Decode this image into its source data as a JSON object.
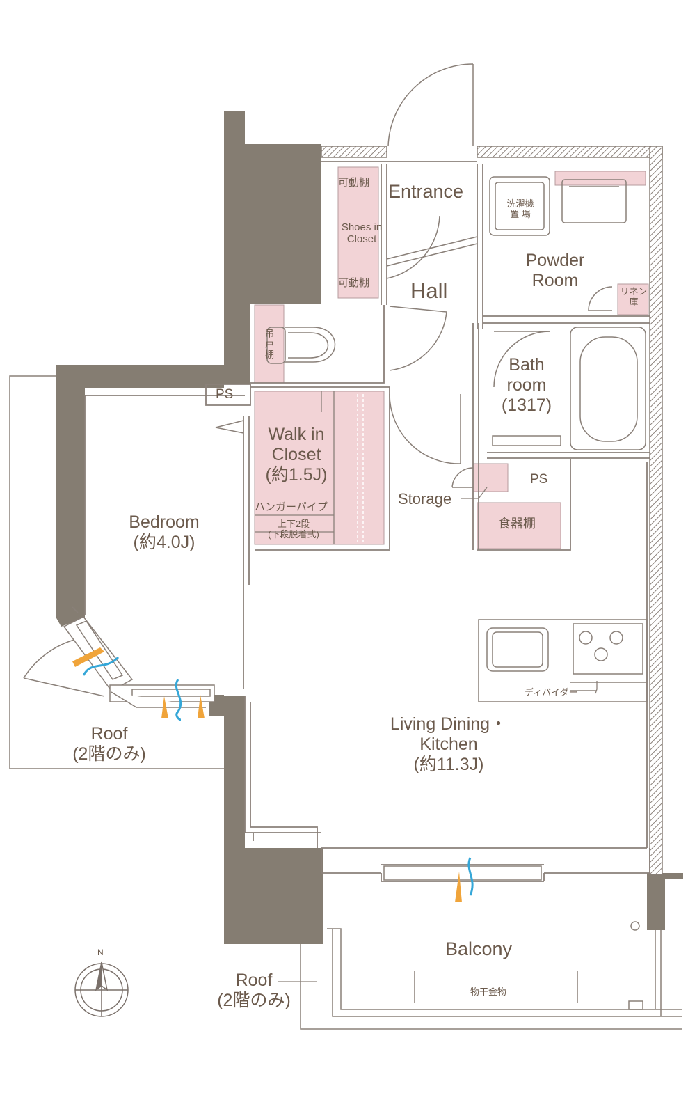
{
  "plan": {
    "rooms": {
      "entrance": "Entrance",
      "hall": "Hall",
      "powder_room": [
        "Powder",
        "Room"
      ],
      "bathroom": [
        "Bath",
        "room",
        "(1317)"
      ],
      "walk_in_closet": [
        "Walk in",
        "Closet",
        "(約1.5J)"
      ],
      "bedroom": [
        "Bedroom",
        "(約4.0J)"
      ],
      "ldk": [
        "Living Dining・",
        "Kitchen",
        "(約11.3J)"
      ],
      "storage": "Storage",
      "balcony": "Balcony",
      "roof_west": [
        "Roof",
        "(2階のみ)"
      ],
      "roof_south": [
        "Roof",
        "(2階のみ)"
      ]
    },
    "fixtures": {
      "shelf_top": "可動棚",
      "shoes_closet": [
        "Shoes in",
        "Closet"
      ],
      "shelf_bottom": "可動棚",
      "washer": [
        "洗濯機",
        "置 場"
      ],
      "linen": [
        "リネン",
        "庫"
      ],
      "hanging_shelf": "吊戸棚",
      "ps_left": "PS",
      "ps_right": "PS",
      "hanger_pipe": "ハンガーパイプ",
      "hanger_tiers": [
        "上下2段",
        "(下段脱着式)"
      ],
      "cupboard": "食器棚",
      "divider": "ディバイダー",
      "clothes_hanger": "物干金物"
    },
    "compass": "N",
    "colors": {
      "wall": "#857d72",
      "line": "#8a8079",
      "storage_fill": "#f2d3d6",
      "text": "#6b5a4c",
      "vent_orange": "#f0a43a",
      "vent_blue": "#35a7d8"
    }
  }
}
